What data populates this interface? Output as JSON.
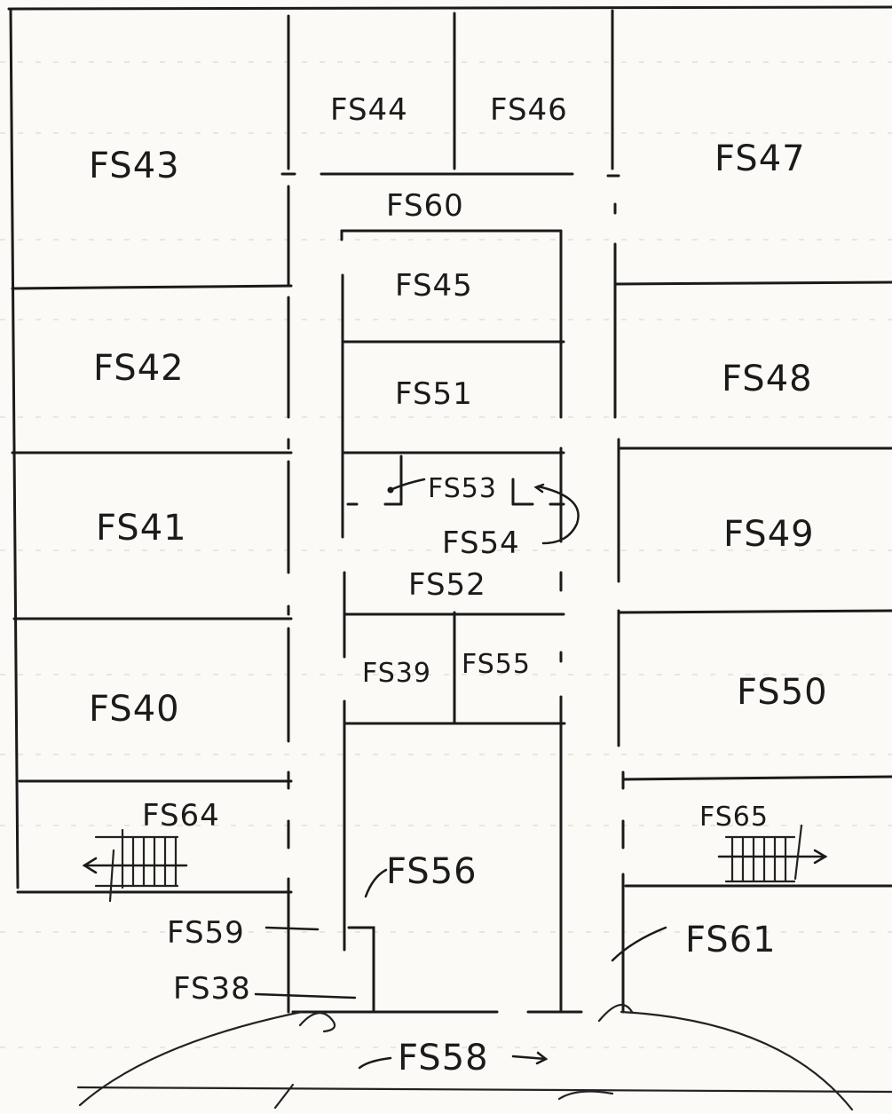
{
  "rooms": {
    "fs43": "FS43",
    "fs44": "FS44",
    "fs46": "FS46",
    "fs47": "FS47",
    "fs60": "FS60",
    "fs45": "FS45",
    "fs42": "FS42",
    "fs51": "FS51",
    "fs48": "FS48",
    "fs41": "FS41",
    "fs53": "FS53",
    "fs54": "FS54",
    "fs49": "FS49",
    "fs52": "FS52",
    "fs39": "FS39",
    "fs55": "FS55",
    "fs40": "FS40",
    "fs50": "FS50",
    "fs64": "FS64",
    "fs65": "FS65",
    "fs56": "FS56",
    "fs59": "FS59",
    "fs61": "FS61",
    "fs38": "FS38",
    "fs58": "FS58"
  }
}
